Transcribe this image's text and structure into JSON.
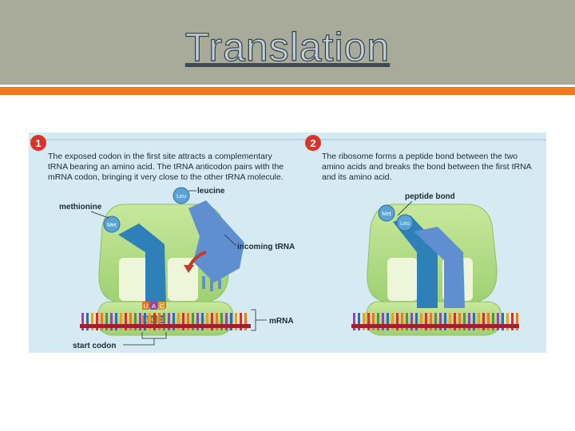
{
  "slide": {
    "title": "Translation"
  },
  "panel1": {
    "step": "1",
    "caption_lines": [
      "The exposed codon in the first site attracts a complementary",
      "tRNA bearing an amino acid. The tRNA anticodon pairs with the",
      "mRNA codon, bringing it very close to the other tRNA molecule."
    ],
    "labels": {
      "leu_badge": "Leu",
      "leucine": "leucine",
      "methionine": "methionine",
      "met_badge": "Met",
      "incoming_trna": "incoming tRNA",
      "mrna": "mRNA",
      "start_codon": "start codon"
    },
    "anticodon": [
      "U",
      "A",
      "C"
    ],
    "codon": [
      "A",
      "U",
      "G"
    ]
  },
  "panel2": {
    "step": "2",
    "caption_lines": [
      "The ribosome forms a peptide bond between the two",
      "amino acids and breaks the bond between the first tRNA",
      "and its amino acid."
    ],
    "labels": {
      "peptide_bond": "peptide bond",
      "met_badge": "Met",
      "leu_badge": "Leu"
    }
  },
  "colors": {
    "header": "#a8ab9a",
    "accent_orange": "#f07820",
    "figure_bg": "#d5eaf2",
    "ribosome": "#a9d87e",
    "trna_dark": "#2f80b8",
    "trna_light": "#5f8fd0",
    "mrna": "#a02030",
    "step_badge": "#d9342b"
  }
}
